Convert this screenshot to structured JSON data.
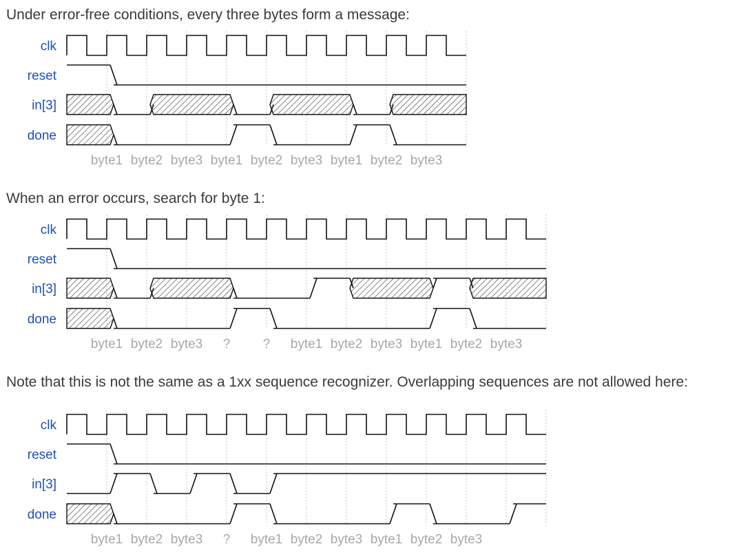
{
  "colors": {
    "signal_label": "#1f4fb8",
    "byte_label": "#a8a8a8",
    "wave": "#111111",
    "grid": "#b5b5b5"
  },
  "diagrams": [
    {
      "heading": "Under error-free conditions, every three bytes form a message:",
      "signals": [
        "clk",
        "reset",
        "in[3]",
        "done"
      ],
      "cycles": 10,
      "byte_labels": [
        "byte1",
        "byte2",
        "byte3",
        "byte1",
        "byte2",
        "byte3",
        "byte1",
        "byte2",
        "byte3"
      ],
      "reset": [
        1,
        0,
        0,
        0,
        0,
        0,
        0,
        0,
        0,
        0
      ],
      "in3": [
        "x",
        "0",
        "x",
        "x",
        "0",
        "x",
        "x",
        "0",
        "x",
        "x"
      ],
      "done": [
        "x",
        "0",
        "0",
        "0",
        "1",
        "0",
        "0",
        "1",
        "0",
        "0"
      ]
    },
    {
      "heading": "When an error occurs, search for byte 1:",
      "signals": [
        "clk",
        "reset",
        "in[3]",
        "done"
      ],
      "cycles": 12,
      "byte_labels": [
        "byte1",
        "byte2",
        "byte3",
        "?",
        "?",
        "byte1",
        "byte2",
        "byte3",
        "byte1",
        "byte2",
        "byte3"
      ],
      "reset": [
        1,
        0,
        0,
        0,
        0,
        0,
        0,
        0,
        0,
        0,
        0,
        0
      ],
      "in3": [
        "x",
        "0",
        "x",
        "x",
        "0",
        "0",
        "1",
        "x",
        "x",
        "1",
        "x",
        "x"
      ],
      "done": [
        "x",
        "0",
        "0",
        "0",
        "1",
        "0",
        "0",
        "0",
        "0",
        "1",
        "0",
        "0"
      ]
    },
    {
      "heading": "Note that this is not the same as a 1xx sequence recognizer. Overlapping sequences are not allowed here:",
      "signals": [
        "clk",
        "reset",
        "in[3]",
        "done"
      ],
      "cycles": 12,
      "byte_labels": [
        "byte1",
        "byte2",
        "byte3",
        "?",
        "byte1",
        "byte2",
        "byte3",
        "byte1",
        "byte2",
        "byte3"
      ],
      "reset": [
        1,
        0,
        0,
        0,
        0,
        0,
        0,
        0,
        0,
        0,
        0,
        0
      ],
      "in3": [
        "0",
        "1",
        "0",
        "1",
        "0",
        "1",
        "1",
        "1",
        "1",
        "1",
        "1",
        "1"
      ],
      "done": [
        "x",
        "0",
        "0",
        "0",
        "1",
        "0",
        "0",
        "0",
        "1",
        "0",
        "0",
        "1"
      ]
    }
  ]
}
